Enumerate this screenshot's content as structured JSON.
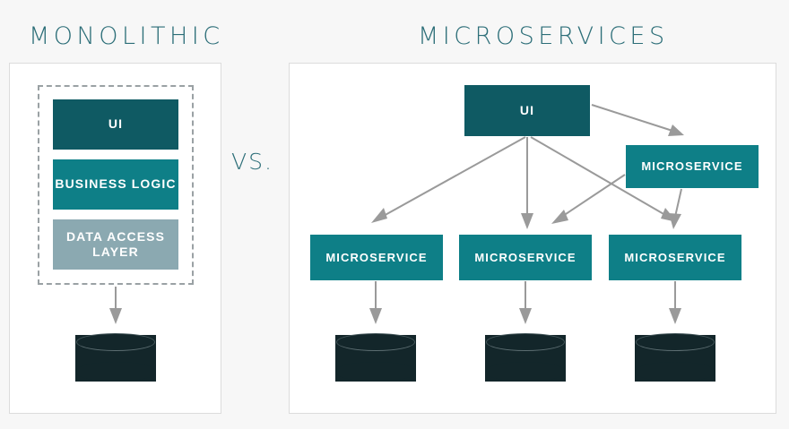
{
  "page": {
    "background": "#f7f7f7",
    "accent_teal": "#2c6e78",
    "box_dark": "#0f5a63",
    "box_teal": "#0e7f87",
    "box_gray": "#8ba9b1",
    "db_color": "#13262a",
    "arrow_color": "#9a9a9a",
    "panel_border": "#dcdcdc"
  },
  "titles": {
    "monolithic": "MONOLITHIC",
    "microservices": "MICROSERVICES",
    "versus": "VS."
  },
  "monolithic": {
    "layers": [
      {
        "label": "UI",
        "color": "#0f5a63"
      },
      {
        "label": "BUSINESS LOGIC",
        "color": "#0e7f87"
      },
      {
        "label": "DATA ACCESS LAYER",
        "color": "#8ba9b1"
      }
    ],
    "database": {
      "name": "database-cylinder",
      "color": "#13262a"
    }
  },
  "microservices": {
    "ui": {
      "label": "UI",
      "color": "#0f5a63"
    },
    "services": [
      {
        "label": "MICROSERVICE",
        "color": "#0e7f87",
        "position": "upper-right"
      },
      {
        "label": "MICROSERVICE",
        "color": "#0e7f87",
        "position": "bottom-left"
      },
      {
        "label": "MICROSERVICE",
        "color": "#0e7f87",
        "position": "bottom-center"
      },
      {
        "label": "MICROSERVICE",
        "color": "#0e7f87",
        "position": "bottom-right"
      }
    ],
    "databases": [
      {
        "name": "database-cylinder-1",
        "color": "#13262a"
      },
      {
        "name": "database-cylinder-2",
        "color": "#13262a"
      },
      {
        "name": "database-cylinder-3",
        "color": "#13262a"
      }
    ]
  }
}
